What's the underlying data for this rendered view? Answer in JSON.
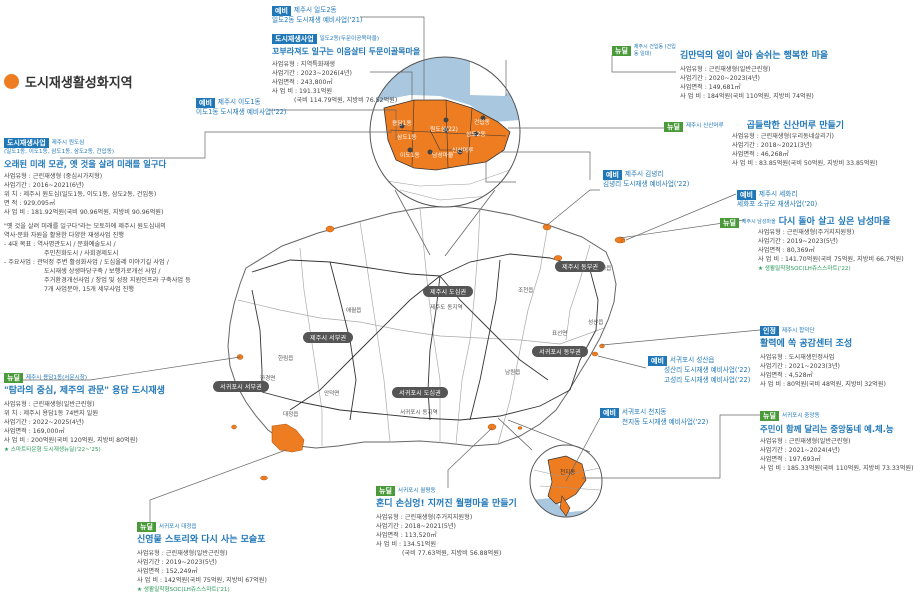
{
  "page_title": "도시재생활성화지역",
  "colors": {
    "accent_orange": "#ee7d22",
    "blue": "#1f77b8",
    "green": "#4a9a3a",
    "sea": "#a9c8e0"
  },
  "map_labels": {
    "regions": [
      "제주시 동부권",
      "제주시 도심권",
      "제주시 서부권",
      "서귀포시 동부권",
      "서귀포시 도심권",
      "서귀포시 서부권"
    ],
    "towns": [
      "애월읍",
      "제주도 동지역",
      "조천읍",
      "구좌읍",
      "한림읍",
      "한경면",
      "안덕면",
      "대정읍",
      "서귀포시 동지역",
      "남원읍",
      "표선면",
      "성산읍"
    ],
    "inset_top": [
      "원도심(22)",
      "건입동",
      "삼도2동",
      "신산머루",
      "삼도1동",
      "이도1동",
      "남성마을",
      "용담1동"
    ],
    "inset_bottom": [
      "천지동"
    ]
  },
  "blocks": {
    "ildo": {
      "tag": "예비",
      "title": "제주시 일도2동",
      "desc": "일도2동 도시재생 예비사업('21)"
    },
    "duru": {
      "tag": "도시재생사업",
      "title": "일도2동(두문이공목마을)",
      "name": "꼬부라져도 일구는 이음살티 두문이골목마을",
      "rows": [
        "사업유형 : 지역특화재생",
        "사업기간 : 2023~2026(4년)",
        "사업면적 : 243,800㎡",
        "사 업 비 : 191.31억원",
        "(국비 114.79억원, 지방비 76.52억원)"
      ]
    },
    "ido1": {
      "tag": "예비",
      "title": "제주시 이도1동",
      "desc": "이도1동 도시재생 예비사업('22)"
    },
    "wondo": {
      "tag": "도시재생사업",
      "sub1": "제주시 원도심",
      "sub2": "(일도1동, 이도1동, 삼도1동, 삼도2동, 건입동)",
      "name": "오래된 미래 모관, 옛 것을 살려 미래를 일구다",
      "rows": [
        "사업유형 : 근린재생형 (중심시가지형)",
        "사업기간 : 2016~2021(6년)",
        "위 치 : 제주시 원도심(일도1동, 이도1동, 삼도2동, 건입동)",
        "면 적 : 929,095㎡",
        "사 업 비 : 181.92억원(국비 90.96억원, 지방비 90.96억원)"
      ],
      "paras": [
        "\"옛 것을 살려 미래를 일구다\"라는 모토하에 제주시 원도심내의",
        "역사·문화 자원을 활용한 다양한 재생사업 진행",
        "- 4대 목표 : 역사명관도시 / 문화예술도시 /",
        "주민친화도시 / 사회경제도시",
        "- 주요사업 : 관덕정 주변 활성화사업 / 도심올레 이야기길 사업 /",
        "도시재생 상생마당구축 / 보행가로개선 사업 /",
        "주거환경개선사업 / 창업 및 성장 지원인프라 구축사업 등",
        "7개 사업분야, 15개 세부사업 진행"
      ]
    },
    "gimmandeok": {
      "tag": "뉴딜",
      "sub": "제주시 건입동 (건입동 일대)",
      "name": "김만덕의 얼이 살아 숨쉬는 행복한 마을",
      "rows": [
        "사업유형 : 근린재생형(일반근린형)",
        "사업기간 : 2020~2023(4년)",
        "사업면적 : 149,681㎡",
        "사 업 비 : 184억원(국비 110억원, 지방비 74억원)"
      ]
    },
    "sinsan": {
      "tag": "뉴딜",
      "sub": "제주시 신산머루",
      "name": "곱들락한 신산머루 만들기",
      "rows": [
        "사업유형 : 근린재생형(우리동네살리기)",
        "사업기간 : 2018~2021(3년)",
        "사업면적 : 46,268㎡",
        "사 업 비 : 83.85억원(국비 50억원, 지방비 33.85억원)"
      ]
    },
    "gimnyeong": {
      "tag": "예비",
      "title": "제주시 김녕리",
      "desc": "김녕리 도시재생 예비사업('22)"
    },
    "sehwa": {
      "tag": "예비",
      "title": "제주시 세화리",
      "desc": "세화포 소규모 재생사업('20)"
    },
    "namseong": {
      "tag": "뉴딜",
      "sub": "제주시 남성마을",
      "name": "다시 돌아 살고 싶은 남성마을",
      "rows": [
        "사업유형 : 근린재생형(주거지지원형)",
        "사업기간 : 2019~2023(5년)",
        "사업면적 : 80,369㎡",
        "사 업 비 : 141.70억원(국비 75억원, 지방비 66.7억원)"
      ],
      "note": "★ 생활밀착형SOC(LH쥬스스마트('22)"
    },
    "injeung": {
      "tag": "인정",
      "sub": "제주시 합덕단",
      "name": "활력에 쏙 공감센터 조성",
      "rows": [
        "사업유형 : 도시재생인정사업",
        "사업기간 : 2021~2023(3년)",
        "사업면적 : 4,528㎡",
        "사 업 비 : 80억원(국비 48억원, 지방비 32억원)"
      ]
    },
    "seongsan": {
      "tag": "예비",
      "title": "서귀포시 성산읍",
      "rows": [
        "성산리 도시재생 예비사업('22)",
        "고성리 도시재생 예비사업('22)"
      ]
    },
    "cheonji": {
      "tag": "예비",
      "title": "서귀포시 천지동",
      "desc": "천지동 도시재생 예비사업('22)"
    },
    "jungang": {
      "tag": "뉴딜",
      "sub": "서귀포시 중앙동",
      "name": "주민이 함께 달리는 중앙동네 예.체.능",
      "rows": [
        "사업유형 : 근린재생형(일반근린형)",
        "사업기간 : 2021~2024(4년)",
        "사업면적 : 197,693㎡",
        "사 업 비 : 185.33억원(국비 110억원, 지방비 73.33억원)"
      ]
    },
    "yongdam": {
      "tag": "뉴딜",
      "sub": "제주시 용담1동(서문시장)",
      "name": "\"탐라의 중심, 제주의 관문\" 용담 도시재생",
      "rows": [
        "사업유형 : 근린재생형(일반근린형)",
        "위 치 : 제주시 용담1동 74번지 일원",
        "사업기간 : 2022~2025(4년)",
        "사업면적 : 169,000㎡",
        "사 업 비 : 200억원(국비 120억원, 지방비 80억원)"
      ],
      "note": "★ 스마트타운형 도시재생뉴딜('22~'25)"
    },
    "daejeong": {
      "tag": "뉴딜",
      "sub": "서귀포시 대정읍",
      "name": "신영물 스토리와 다시 사는 모슬포",
      "rows": [
        "사업유형 : 근린재생형(일반근린형)",
        "사업기간 : 2019~2023(5년)",
        "사업면적 : 152,249㎡",
        "사 업 비 : 142억원(국비 75억원, 지방비 67억원)"
      ],
      "note": "★ 생활밀착형SOC(LH쥬스스마트('21)"
    },
    "wolpyeong": {
      "tag": "뉴딜",
      "sub": "서귀포시 월평동",
      "name": "혼디 손심엉! 지꺼진 월평마을 만들기",
      "rows": [
        "사업유형 : 근린재생형(주거지지원형)",
        "사업기간 : 2018~2021(5년)",
        "사업면적 : 113,520㎡",
        "사 업 비 : 134.51억원",
        "(국비 77.63억원, 지방비 56.88억원)"
      ]
    }
  }
}
